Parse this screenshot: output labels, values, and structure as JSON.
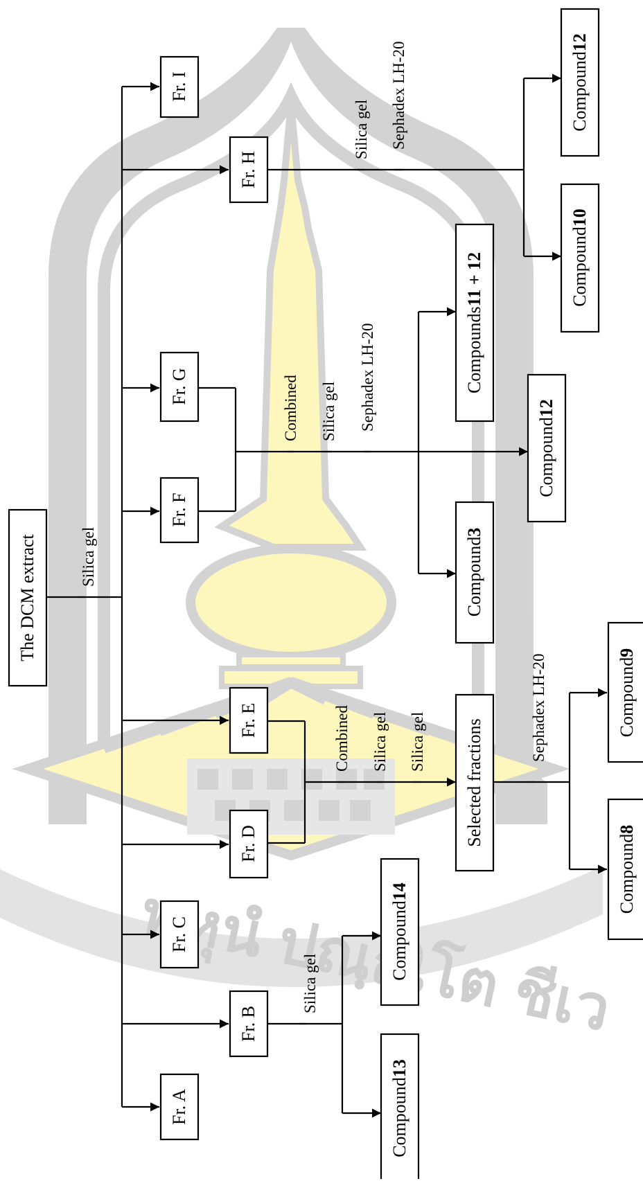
{
  "watermark": {
    "text": "พหุนํ ปณฺณิโต ชีเว"
  },
  "boxes": {
    "dcm": "The DCM extract",
    "frA": "Fr. A",
    "frB": "Fr. B",
    "frC": "Fr. C",
    "frD": "Fr. D",
    "frE": "Fr. E",
    "frF": "Fr. F",
    "frG": "Fr. G",
    "frH": "Fr. H",
    "frI": "Fr. I",
    "selected": "Selected fractions",
    "c13": {
      "prefix": "Compound ",
      "num": "13"
    },
    "c14": {
      "prefix": "Compound ",
      "num": "14"
    },
    "c8": {
      "prefix": "Compound ",
      "num": "8"
    },
    "c9": {
      "prefix": "Compound ",
      "num": "9"
    },
    "c3": {
      "prefix": "Compound ",
      "num": "3"
    },
    "c1112": {
      "prefix": "Compounds ",
      "num": "11 + 12"
    },
    "c12mid": {
      "prefix": "Compound ",
      "num": "12"
    },
    "c10": {
      "prefix": "Compound ",
      "num": "10"
    },
    "c12top": {
      "prefix": "Compound ",
      "num": "12"
    }
  },
  "steps": {
    "main_silica": "Silica  gel",
    "frB_silica": "Silica  gel",
    "de_combined": "Combined",
    "de_silica1": "Silica  gel",
    "de_silica2": "Silica  gel",
    "sel_sephadex": "Sephadex LH-20",
    "fg_combined": "Combined",
    "fg_silica": "Silica  gel",
    "fg_sephadex": "Sephadex LH-20",
    "frH_silica": "Silica  gel",
    "frH_sephadex": "Sephadex LH-20"
  },
  "colors": {
    "watermark_gray": "#c9c9c9",
    "watermark_yellow": "#fdf7b6",
    "line": "#000000"
  }
}
